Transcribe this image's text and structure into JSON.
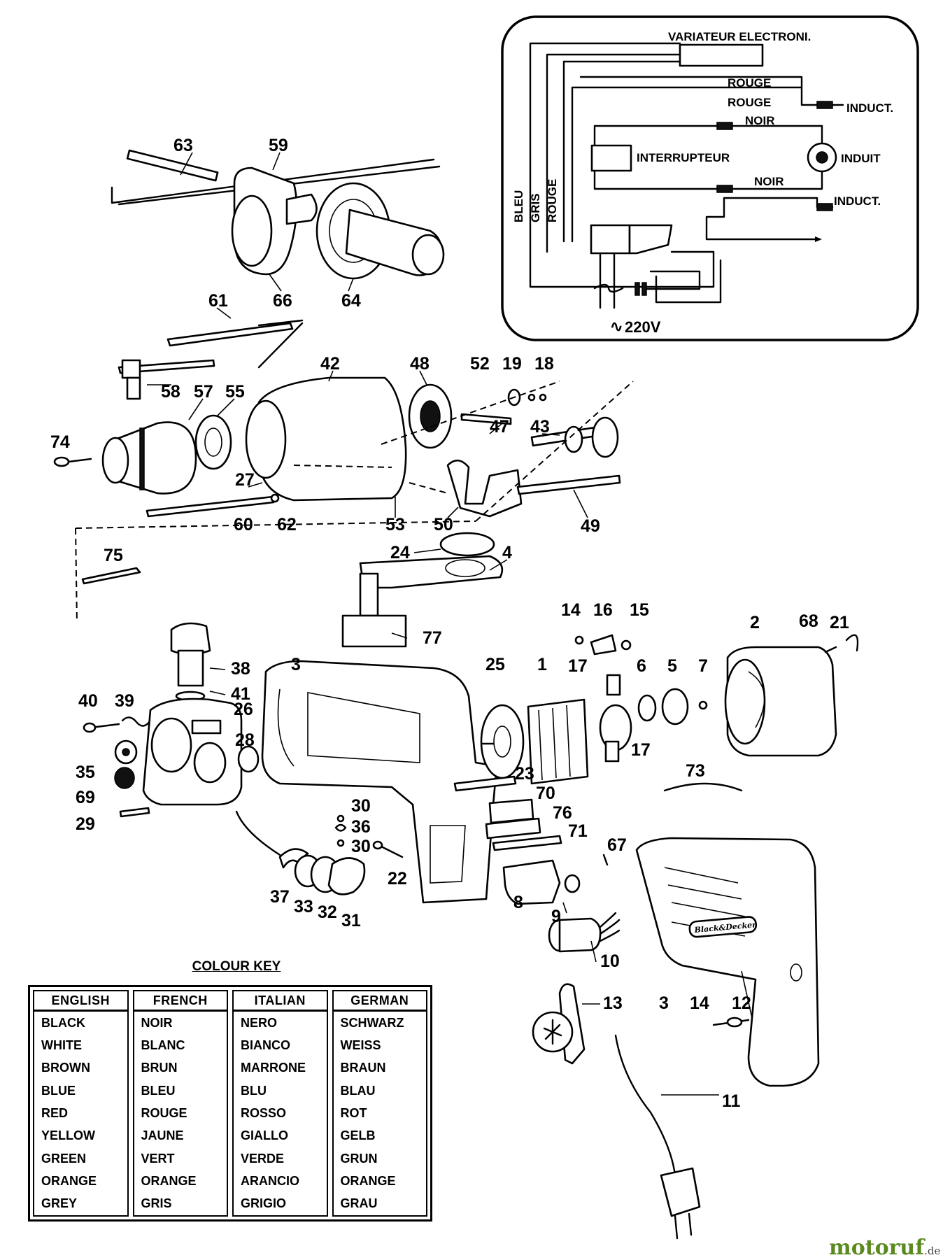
{
  "part_numbers": [
    "63",
    "59",
    "66",
    "64",
    "61",
    "58",
    "57",
    "55",
    "42",
    "48",
    "52",
    "19",
    "18",
    "47",
    "43",
    "74",
    "27",
    "60",
    "62",
    "53",
    "50",
    "49",
    "75",
    "24",
    "4",
    "38",
    "41",
    "40",
    "39",
    "26",
    "28",
    "3",
    "77",
    "14",
    "16",
    "15",
    "2",
    "68",
    "21",
    "25",
    "1",
    "17",
    "6",
    "5",
    "7",
    "35",
    "69",
    "29",
    "23",
    "17",
    "73",
    "30",
    "36",
    "30",
    "70",
    "76",
    "71",
    "67",
    "22",
    "37",
    "33",
    "32",
    "31",
    "8",
    "9",
    "10",
    "13",
    "3",
    "14",
    "12",
    "11"
  ],
  "wiring": {
    "variateur": "VARIATEUR ELECTRONI.",
    "rouge_1": "ROUGE",
    "rouge_2": "ROUGE",
    "noir_1": "NOIR",
    "noir_2": "NOIR",
    "inductor_1": "INDUCT.",
    "inductor_2": "INDUCT.",
    "interrupteur": "INTERRUPTEUR",
    "induit": "INDUIT",
    "bleu": "BLEU",
    "gris": "GRIS",
    "rouge_v": "ROUGE",
    "voltage": "220V",
    "voltage_symbol": "∿"
  },
  "colour_key": {
    "title": "COLOUR KEY",
    "columns": [
      {
        "header": "ENGLISH",
        "values": [
          "BLACK",
          "WHITE",
          "BROWN",
          "BLUE",
          "RED",
          "YELLOW",
          "GREEN",
          "ORANGE",
          "GREY"
        ]
      },
      {
        "header": "FRENCH",
        "values": [
          "NOIR",
          "BLANC",
          "BRUN",
          "BLEU",
          "ROUGE",
          "JAUNE",
          "VERT",
          "ORANGE",
          "GRIS"
        ]
      },
      {
        "header": "ITALIAN",
        "values": [
          "NERO",
          "BIANCO",
          "MARRONE",
          "BLU",
          "ROSSO",
          "GIALLO",
          "VERDE",
          "ARANCIO",
          "GRIGIO"
        ]
      },
      {
        "header": "GERMAN",
        "values": [
          "SCHWARZ",
          "WEISS",
          "BRAUN",
          "BLAU",
          "ROT",
          "GELB",
          "GRUN",
          "ORANGE",
          "GRAU"
        ]
      }
    ]
  },
  "brand_badge": "Black&Decker",
  "watermark": {
    "name": "motoruf",
    "tld": ".de"
  }
}
